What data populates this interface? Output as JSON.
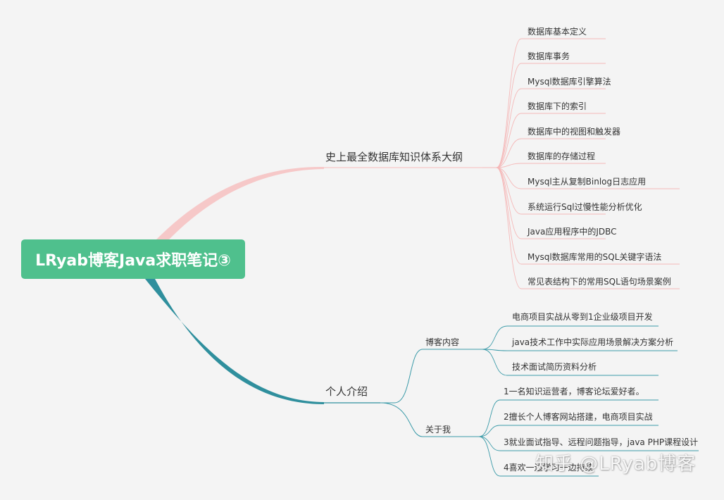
{
  "root": {
    "label": "LRyab博客Java求职笔记③"
  },
  "branches": {
    "database": {
      "label": "史上最全数据库知识体系大纲",
      "color": "#f6c8c8",
      "items": [
        "数据库基本定义",
        "数据库事务",
        "Mysql数据库引擎算法",
        "数据库下的索引",
        "数据库中的视图和触发器",
        "数据库的存储过程",
        "Mysql主从复制Binlog日志应用",
        "系统运行Sql过慢性能分析优化",
        "Java应用程序中的JDBC",
        "Mysql数据库常用的SQL关键字语法",
        "常见表结构下的常用SQL语句场景案例"
      ]
    },
    "intro": {
      "label": "个人介绍",
      "color": "#2f8f9d",
      "groups": [
        {
          "label": "博客内容",
          "items": [
            "电商项目实战从零到1企业级项目开发",
            "java技术工作中实际应用场景解决方案分析",
            "技术面试简历资料分析"
          ]
        },
        {
          "label": "关于我",
          "items": [
            "1一名知识运营者，博客论坛爱好者。",
            "2擅长个人博客网站搭建，电商项目实战",
            "3就业面试指导、远程问题指导，java PHP课程设计",
            "4喜欢一边学习一边持续"
          ]
        }
      ]
    }
  },
  "watermark": "知乎 @LRyab博客"
}
